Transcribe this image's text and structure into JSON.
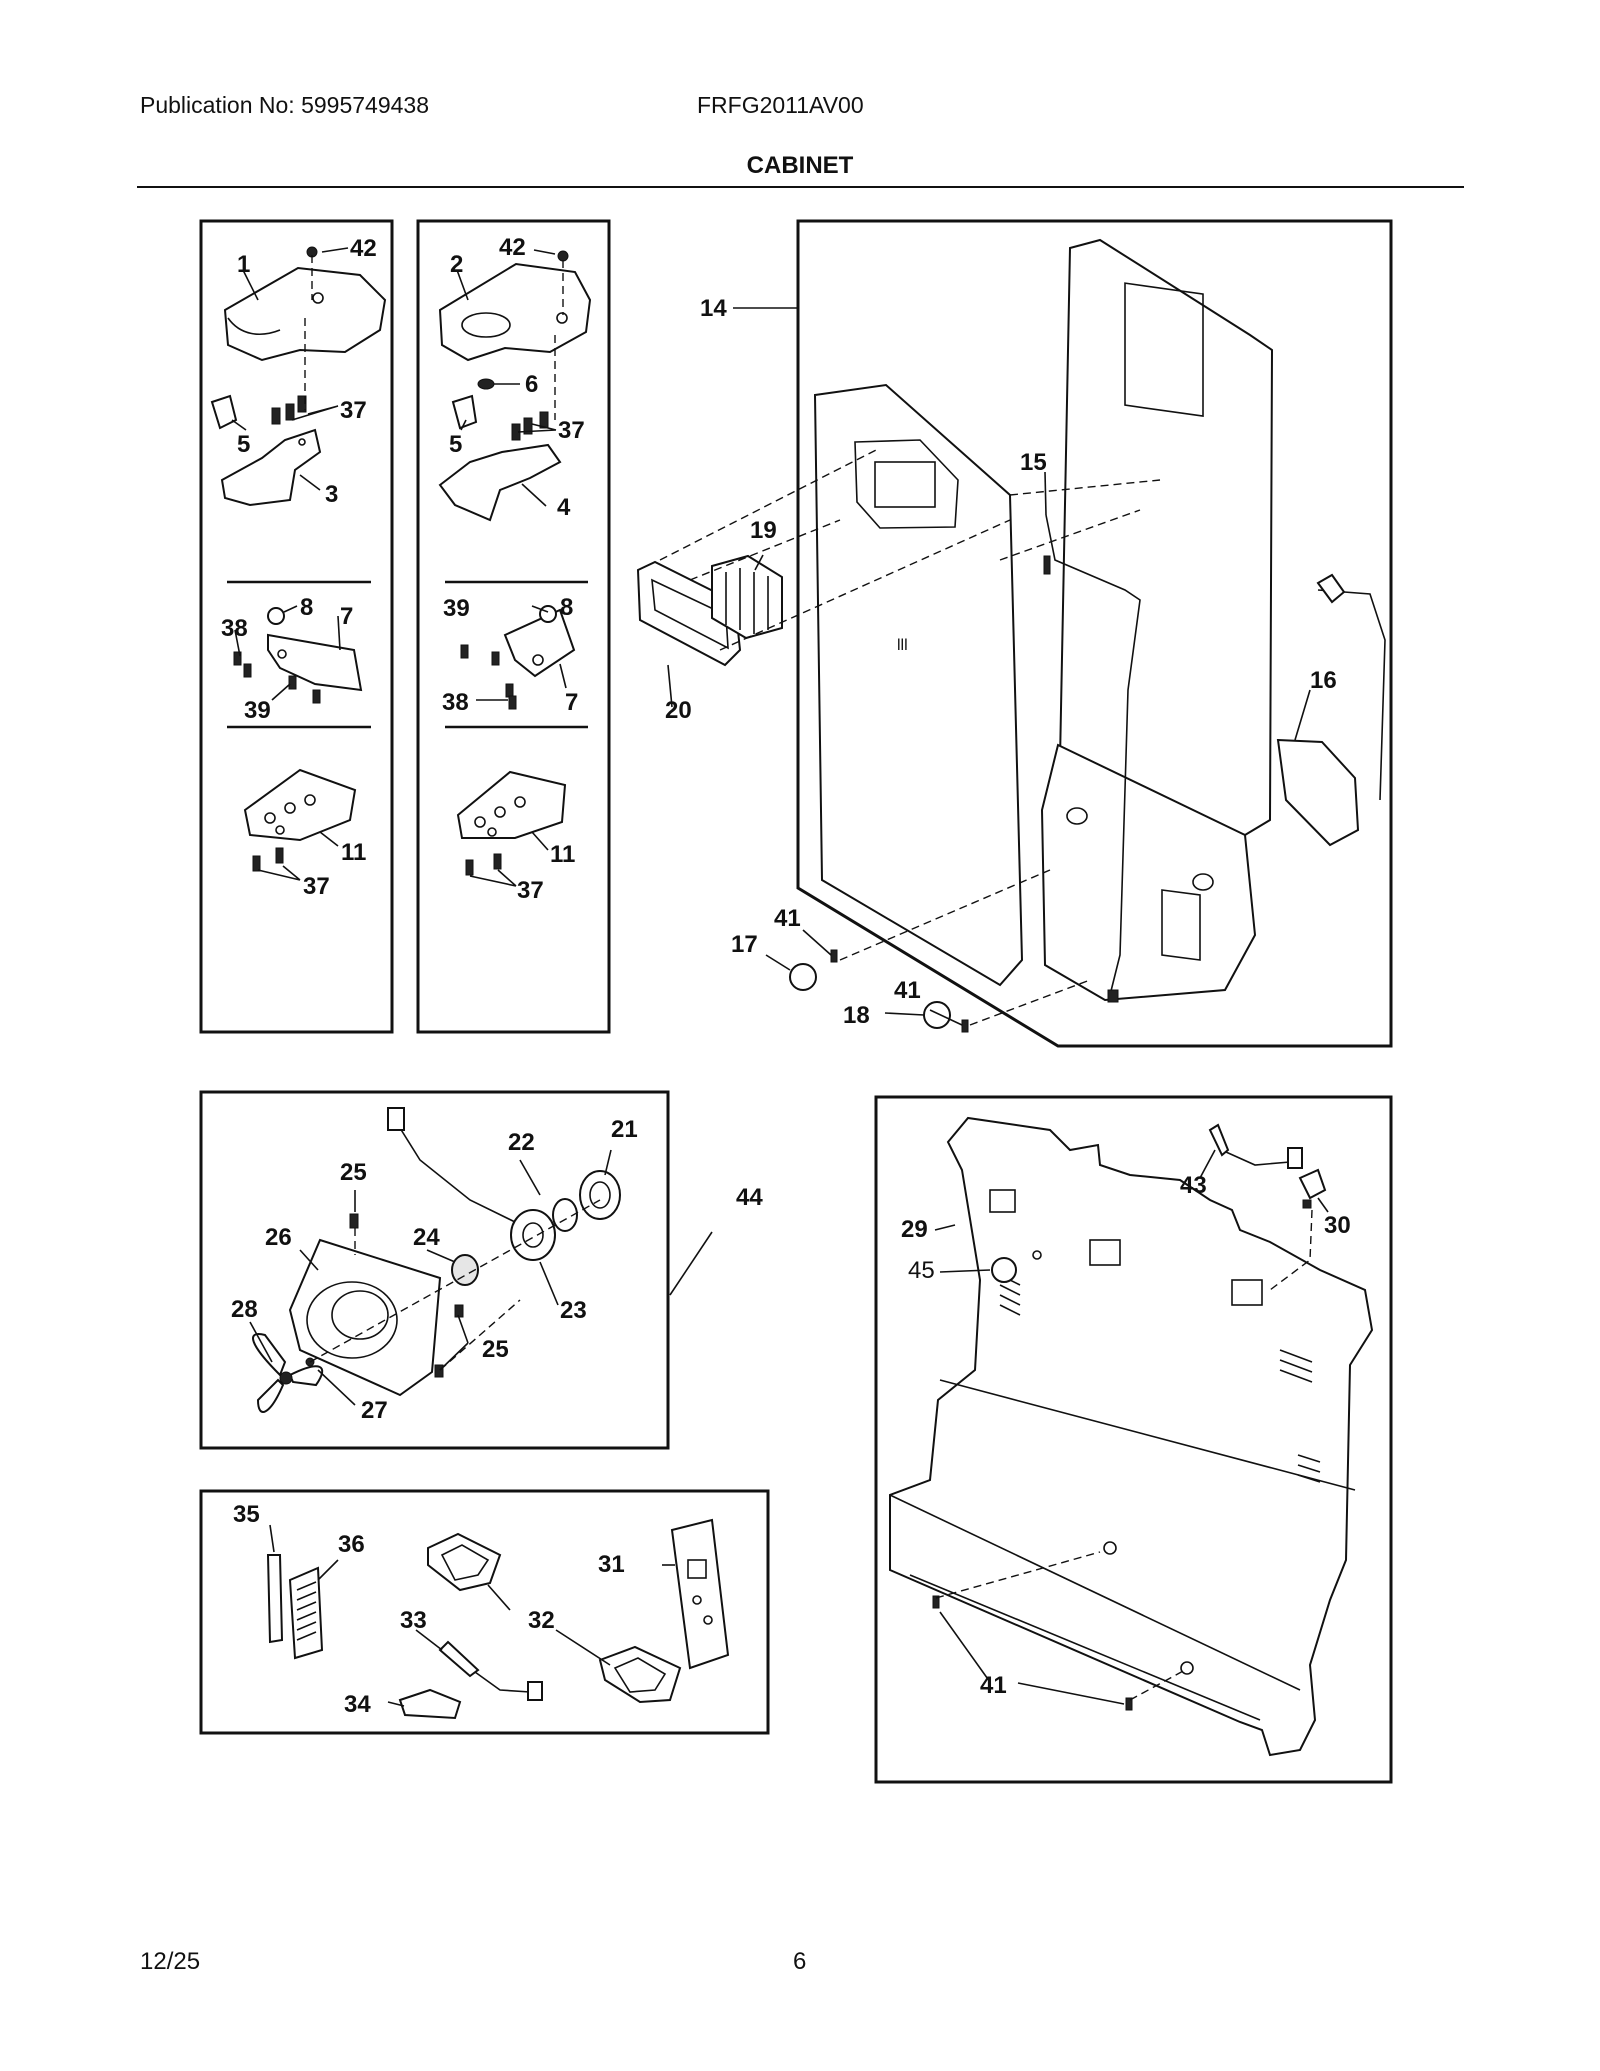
{
  "header": {
    "publication": "Publication No: 5995749438",
    "model": "FRFG2011AV00",
    "section_title": "CABINET"
  },
  "footer": {
    "date": "12/25",
    "page_number": "6"
  },
  "callouts": {
    "c1": "1",
    "c2": "2",
    "c3": "3",
    "c4": "4",
    "c5a": "5",
    "c5b": "5",
    "c6": "6",
    "c7a": "7",
    "c7b": "7",
    "c8a": "8",
    "c8b": "8",
    "c11a": "11",
    "c11b": "11",
    "c14": "14",
    "c15": "15",
    "c16": "16",
    "c17": "17",
    "c18": "18",
    "c19": "19",
    "c20": "20",
    "c21": "21",
    "c22": "22",
    "c23": "23",
    "c24": "24",
    "c25a": "25",
    "c25b": "25",
    "c26": "26",
    "c27": "27",
    "c28": "28",
    "c29": "29",
    "c30": "30",
    "c31": "31",
    "c32": "32",
    "c33": "33",
    "c34": "34",
    "c35": "35",
    "c36": "36",
    "c37a": "37",
    "c37b": "37",
    "c37c": "37",
    "c37d": "37",
    "c38a": "38",
    "c38b": "38",
    "c39a": "39",
    "c39b": "39",
    "c41a": "41",
    "c41b": "41",
    "c41c": "41",
    "c42a": "42",
    "c42b": "42",
    "c43": "43",
    "c44": "44",
    "c45": "45"
  }
}
